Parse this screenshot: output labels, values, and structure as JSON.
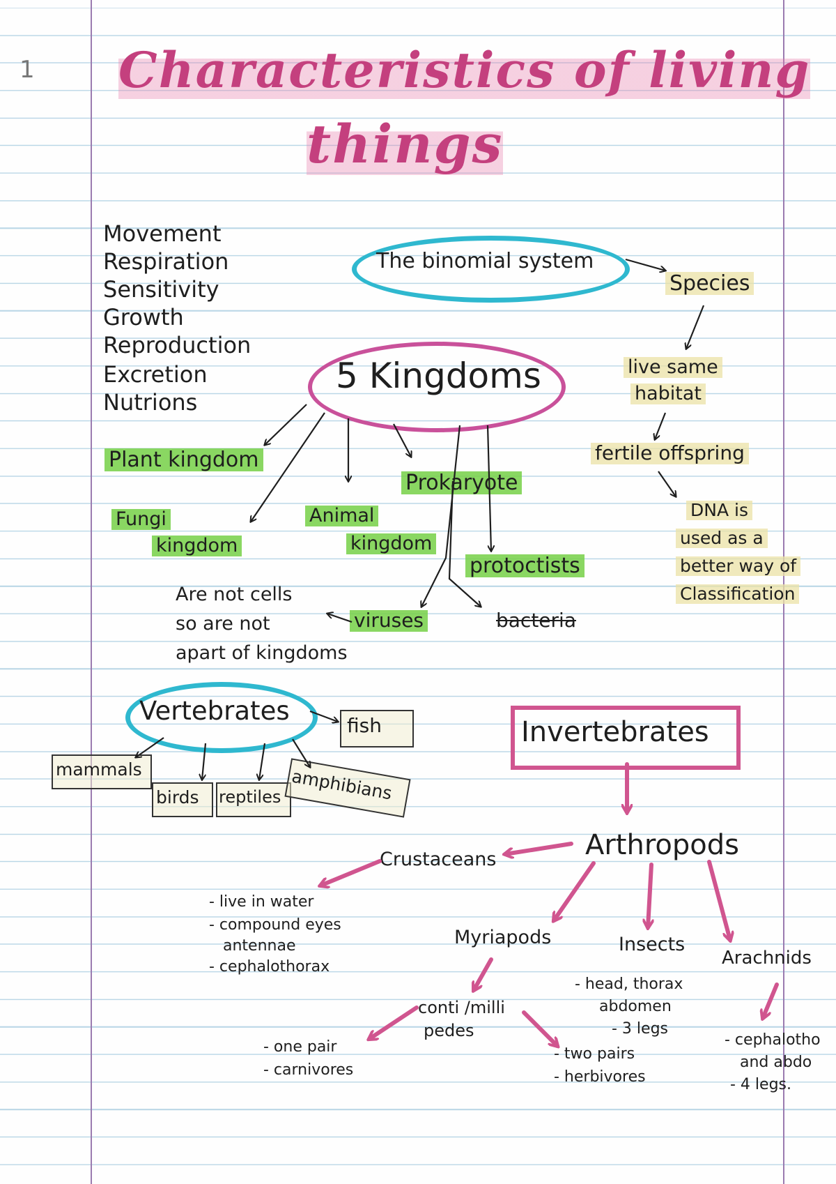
{
  "page_number": "1",
  "title": {
    "line1": "Characteristics of living",
    "line2": "things"
  },
  "characteristics": [
    "Movement",
    "Respiration",
    "Sensitivity",
    "Growth",
    "Reproduction",
    "Excretion",
    "Nutrions"
  ],
  "binomial": {
    "label": "The binomial system"
  },
  "species_chain": {
    "species": "Species",
    "live": [
      "live same",
      "habitat"
    ],
    "fertile": "fertile offspring",
    "dna": [
      "DNA is",
      "used as a",
      "better way of",
      "Classification"
    ]
  },
  "kingdoms": {
    "label": "5 Kingdoms",
    "plant": "Plant kingdom",
    "fungi": [
      "Fungi",
      "kingdom"
    ],
    "animal": [
      "Animal",
      "kingdom"
    ],
    "prokaryote": "Prokaryote",
    "protoctists": "protoctists",
    "viruses": "viruses",
    "bacteria": "bacteria",
    "not_cells": [
      "Are not cells",
      "so are not",
      "apart of kingdoms"
    ]
  },
  "vertebrates": {
    "label": "Vertebrates",
    "fish": "fish",
    "mammals": "mammals",
    "birds": "birds",
    "reptiles": "reptiles",
    "amphibians": "amphibians"
  },
  "invertebrates": {
    "label": "Invertebrates",
    "arthropods": "Arthropods",
    "crustaceans": {
      "label": "Crustaceans",
      "notes": [
        "- live in water",
        "- compound eyes",
        "antennae",
        "- cephalothorax"
      ]
    },
    "myriapods": {
      "label": "Myriapods",
      "sub": [
        "conti /milli",
        "pedes"
      ],
      "left_notes": [
        "- one pair",
        "- carnivores"
      ],
      "right_notes": [
        "- two pairs",
        "- herbivores"
      ]
    },
    "insects": {
      "label": "Insects",
      "notes": [
        "- head, thorax",
        "abdomen",
        "- 3 legs"
      ]
    },
    "arachnids": {
      "label": "Arachnids",
      "notes": [
        "- cephalotho",
        "and abdo",
        "- 4 legs."
      ]
    }
  },
  "colors": {
    "pink": "#d0558f",
    "cyan": "#2fb8cf",
    "green": "#76d046",
    "yellow": "#ebe1a5",
    "ink": "#1e1e1e"
  }
}
